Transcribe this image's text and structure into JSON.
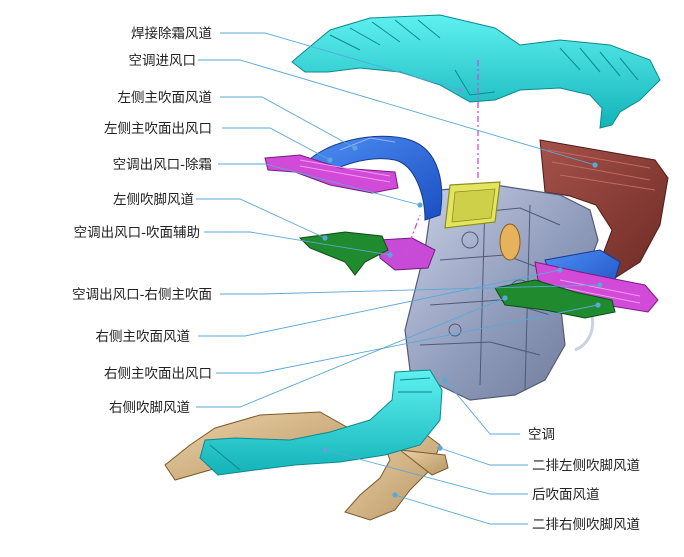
{
  "labels_left": [
    {
      "id": "weld-defrost-duct",
      "text": "焊接除霜风道"
    },
    {
      "id": "ac-inlet",
      "text": "空调进风口"
    },
    {
      "id": "left-main-face-duct",
      "text": "左侧主吹面风道"
    },
    {
      "id": "left-main-face-outlet",
      "text": "左侧主吹面出风口"
    },
    {
      "id": "ac-outlet-defrost",
      "text": "空调出风口-除霜"
    },
    {
      "id": "left-foot-duct",
      "text": "左侧吹脚风道"
    },
    {
      "id": "ac-outlet-face-aux",
      "text": "空调出风口-吹面辅助"
    },
    {
      "id": "ac-outlet-right-main-face",
      "text": "空调出风口-右侧主吹面"
    },
    {
      "id": "right-main-face-duct",
      "text": "右侧主吹面风道"
    },
    {
      "id": "right-main-face-outlet",
      "text": "右侧主吹面出风口"
    },
    {
      "id": "right-foot-duct",
      "text": "右侧吹脚风道"
    }
  ],
  "labels_right": [
    {
      "id": "ac-unit",
      "text": "空调"
    },
    {
      "id": "rear-left-foot-duct",
      "text": "二排左侧吹脚风道"
    },
    {
      "id": "rear-face-duct",
      "text": "后吹面风道"
    },
    {
      "id": "rear-right-foot-duct",
      "text": "二排右侧吹脚风道"
    }
  ],
  "colors": {
    "defrost_duct": "#22d3d3",
    "face_duct": "#2f6fe0",
    "outlet": "#d24ad8",
    "foot_duct": "#1f8a2e",
    "ac_body": "#9aa6c4",
    "inlet": "#8a3a32",
    "filter": "#e2e25a",
    "rear_duct": "#d6b98a",
    "leader": "#5aa7d8"
  }
}
